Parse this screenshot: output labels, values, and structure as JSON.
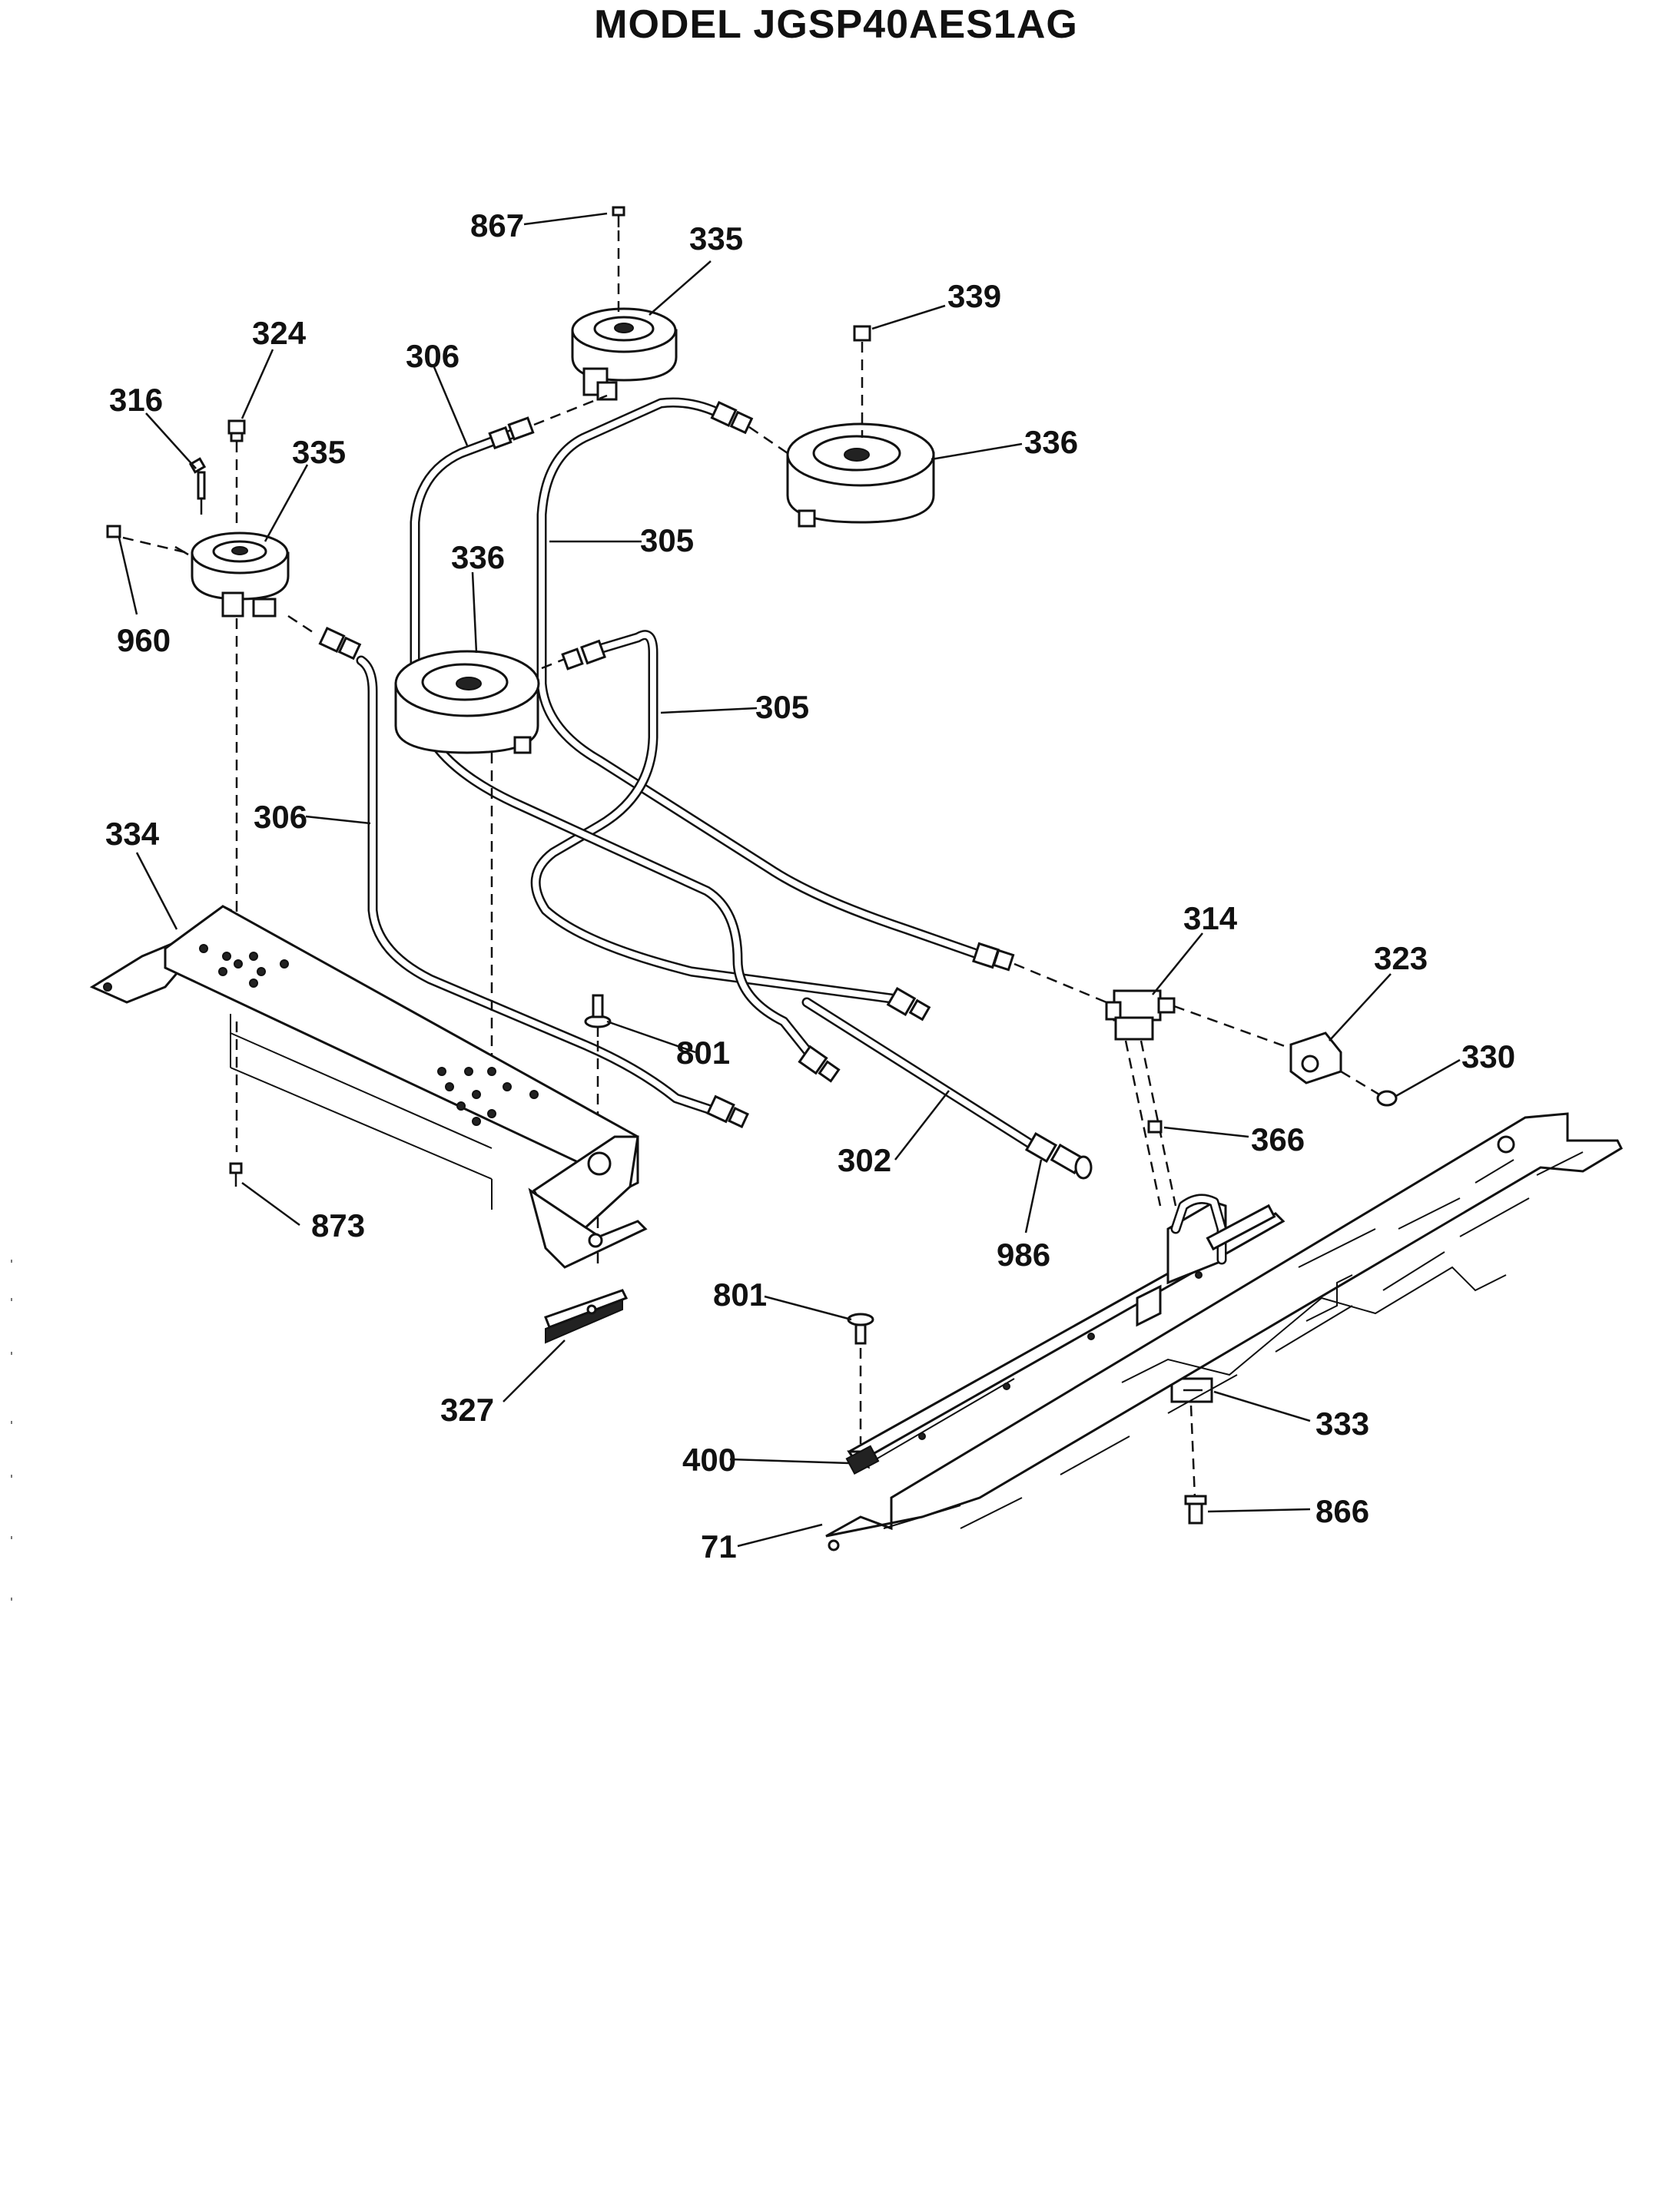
{
  "title": "MODEL JGSP40AES1AG",
  "callouts": {
    "c867": "867",
    "c335a": "335",
    "c339": "339",
    "c324": "324",
    "c306a": "306",
    "c316": "316",
    "c335b": "335",
    "c336a": "336",
    "c305a": "305",
    "c336b": "336",
    "c960": "960",
    "c305b": "305",
    "c334": "334",
    "c306b": "306",
    "c314": "314",
    "c323": "323",
    "c801a": "801",
    "c330": "330",
    "c366": "366",
    "c302": "302",
    "c873": "873",
    "c986": "986",
    "c801b": "801",
    "c327": "327",
    "c333": "333",
    "c400": "400",
    "c866": "866",
    "c71": "71"
  }
}
